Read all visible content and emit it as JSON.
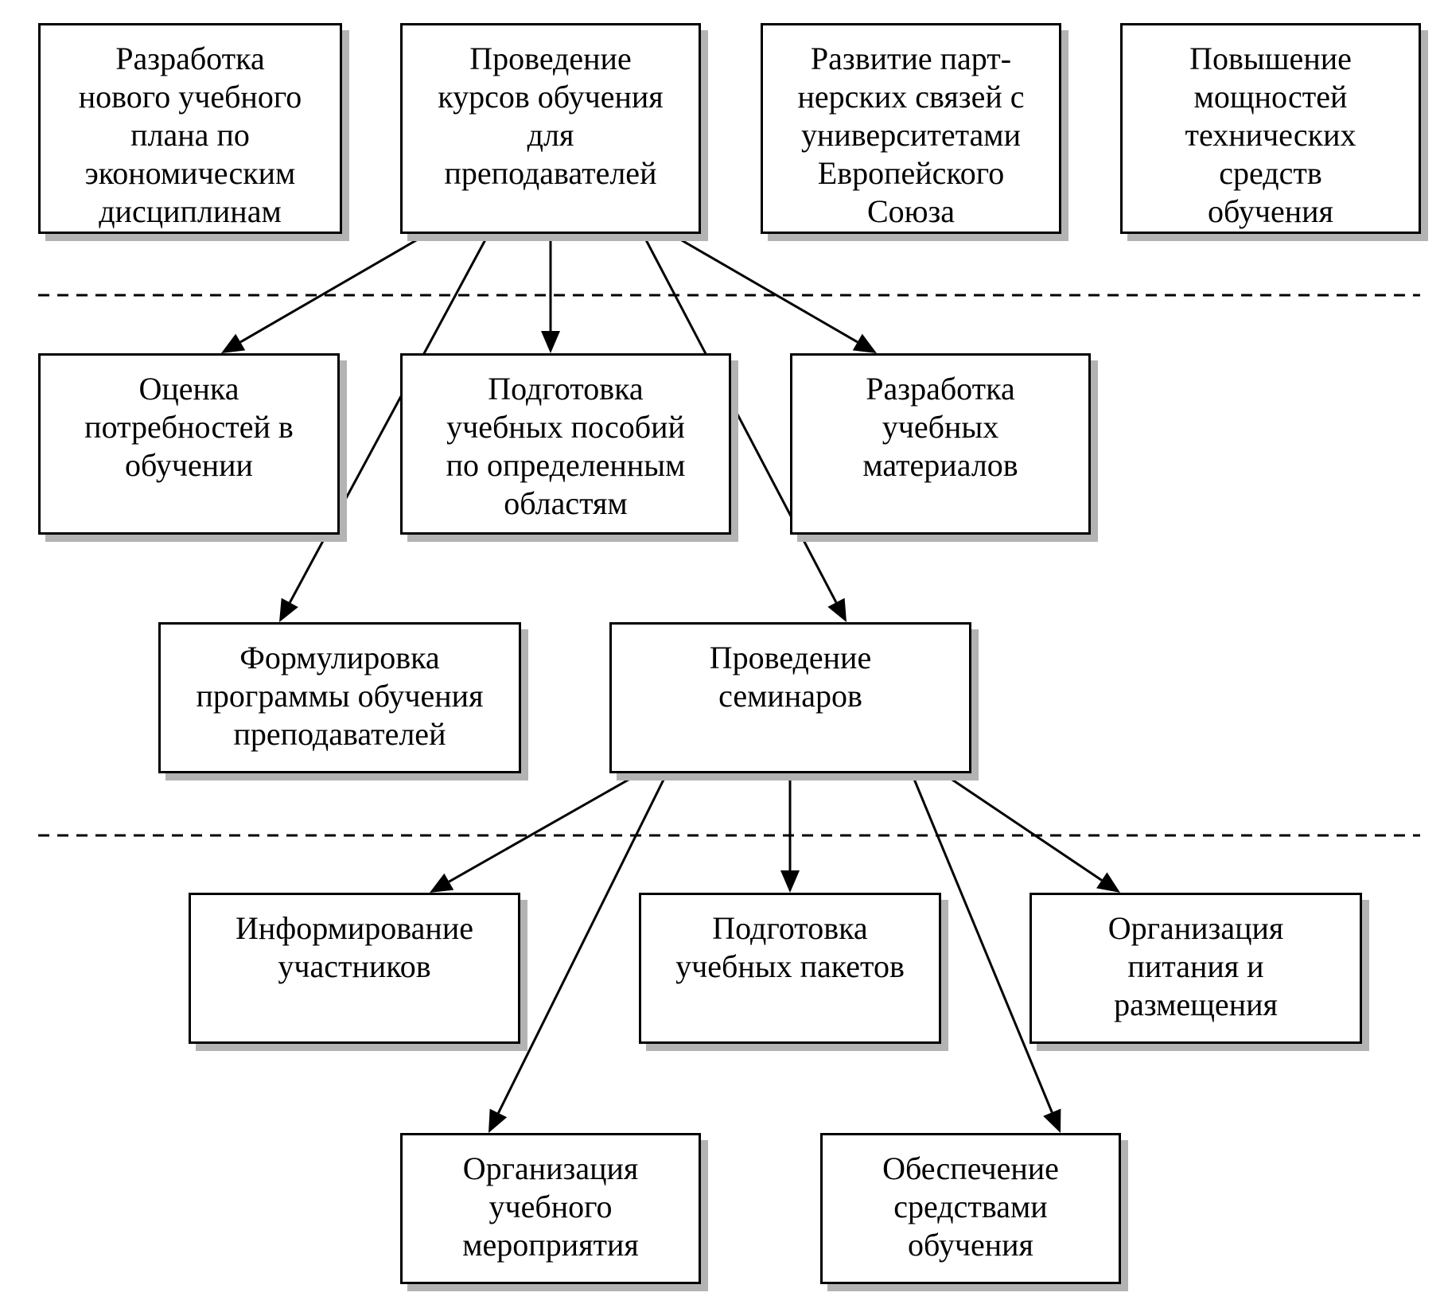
{
  "nodes": {
    "n1": [
      "Разработка",
      "нового учебного",
      "плана по",
      "экономическим",
      "дисциплинам"
    ],
    "n2": [
      "Проведение",
      "курсов обучения",
      "для",
      "преподавателей"
    ],
    "n3": [
      "Развитие парт-",
      "нерских связей с",
      "университетами",
      "Европейского",
      "Союза"
    ],
    "n4": [
      "Повышение",
      "мощностей",
      "технических",
      "средств",
      "обучения"
    ],
    "n5": [
      "Оценка",
      "потребностей в",
      "обучении"
    ],
    "n6": [
      "Подготовка",
      "учебных пособий",
      "по определенным",
      "областям"
    ],
    "n7": [
      "Разработка",
      "учебных",
      "материалов"
    ],
    "n8": [
      "Формулировка",
      "программы обучения",
      "преподавателей"
    ],
    "n9": [
      "Проведение",
      "семинаров"
    ],
    "n10": [
      "Информирование",
      "участников"
    ],
    "n11": [
      "Подготовка",
      "учебных пакетов"
    ],
    "n12": [
      "Организация",
      "питания и",
      "размещения"
    ],
    "n13": [
      "Организация",
      "учебного",
      "мероприятия"
    ],
    "n14": [
      "Обеспечение",
      "средствами",
      "обучения"
    ]
  },
  "edges": [
    [
      "n2",
      "n5"
    ],
    [
      "n2",
      "n8"
    ],
    [
      "n2",
      "n6"
    ],
    [
      "n2",
      "n9"
    ],
    [
      "n2",
      "n7"
    ],
    [
      "n9",
      "n10"
    ],
    [
      "n9",
      "n13"
    ],
    [
      "n9",
      "n11"
    ],
    [
      "n9",
      "n14"
    ],
    [
      "n9",
      "n12"
    ]
  ]
}
